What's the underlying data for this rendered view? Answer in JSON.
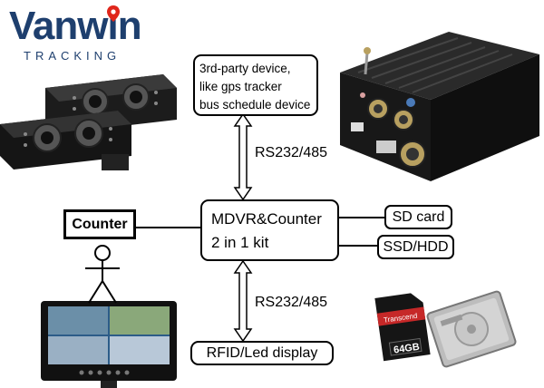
{
  "logo": {
    "brand": "Vanwin",
    "tagline": "TRACKING",
    "color": "#1e3f6e",
    "pin_color": "#e0261b"
  },
  "third_party": {
    "lines": [
      "3rd-party device,",
      "like gps tracker",
      "bus schedule device"
    ]
  },
  "link_top": {
    "label": "RS232/485"
  },
  "center": {
    "lines": [
      "MDVR&Counter",
      "2 in 1 kit"
    ]
  },
  "link_bottom": {
    "label": "RS232/485"
  },
  "counter": {
    "label": "Counter"
  },
  "sd_card": {
    "label": "SD card"
  },
  "ssd_hdd": {
    "label": "SSD/HDD"
  },
  "rfid": {
    "label": "RFID/Led display"
  },
  "photos": {
    "sd_card_brand": "Transcend",
    "sd_card_capacity": "64GB"
  }
}
